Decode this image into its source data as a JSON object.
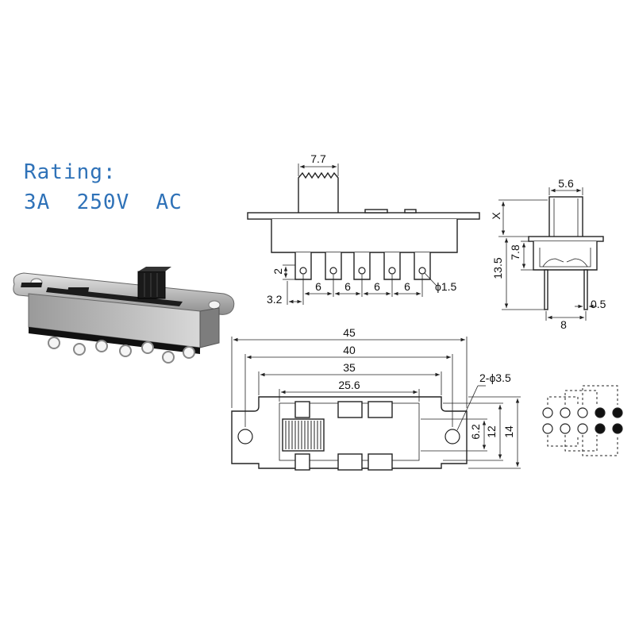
{
  "rating": {
    "line1": "Rating:",
    "line2": "3A  250V  AC"
  },
  "front_view": {
    "knob_width": "7.7",
    "pin_offset": "2",
    "edge_offset": "3.2",
    "pitch_1": "6",
    "pitch_2": "6",
    "pitch_3": "6",
    "pitch_4": "6",
    "hole_dia": "ϕ1.5"
  },
  "side_view": {
    "knob_width": "5.6",
    "travel_label": "X",
    "inner_height": "7.8",
    "total_height": "13.5",
    "pin_spacing": "8",
    "pin_thickness": "0.5"
  },
  "top_view": {
    "overall_length": "45",
    "hole_pitch": "40",
    "housing_length": "35",
    "slot_length": "25.6",
    "mount_holes": "2-ϕ3.5",
    "slot_width": "6.2",
    "housing_width": "12",
    "flange_width": "14"
  }
}
